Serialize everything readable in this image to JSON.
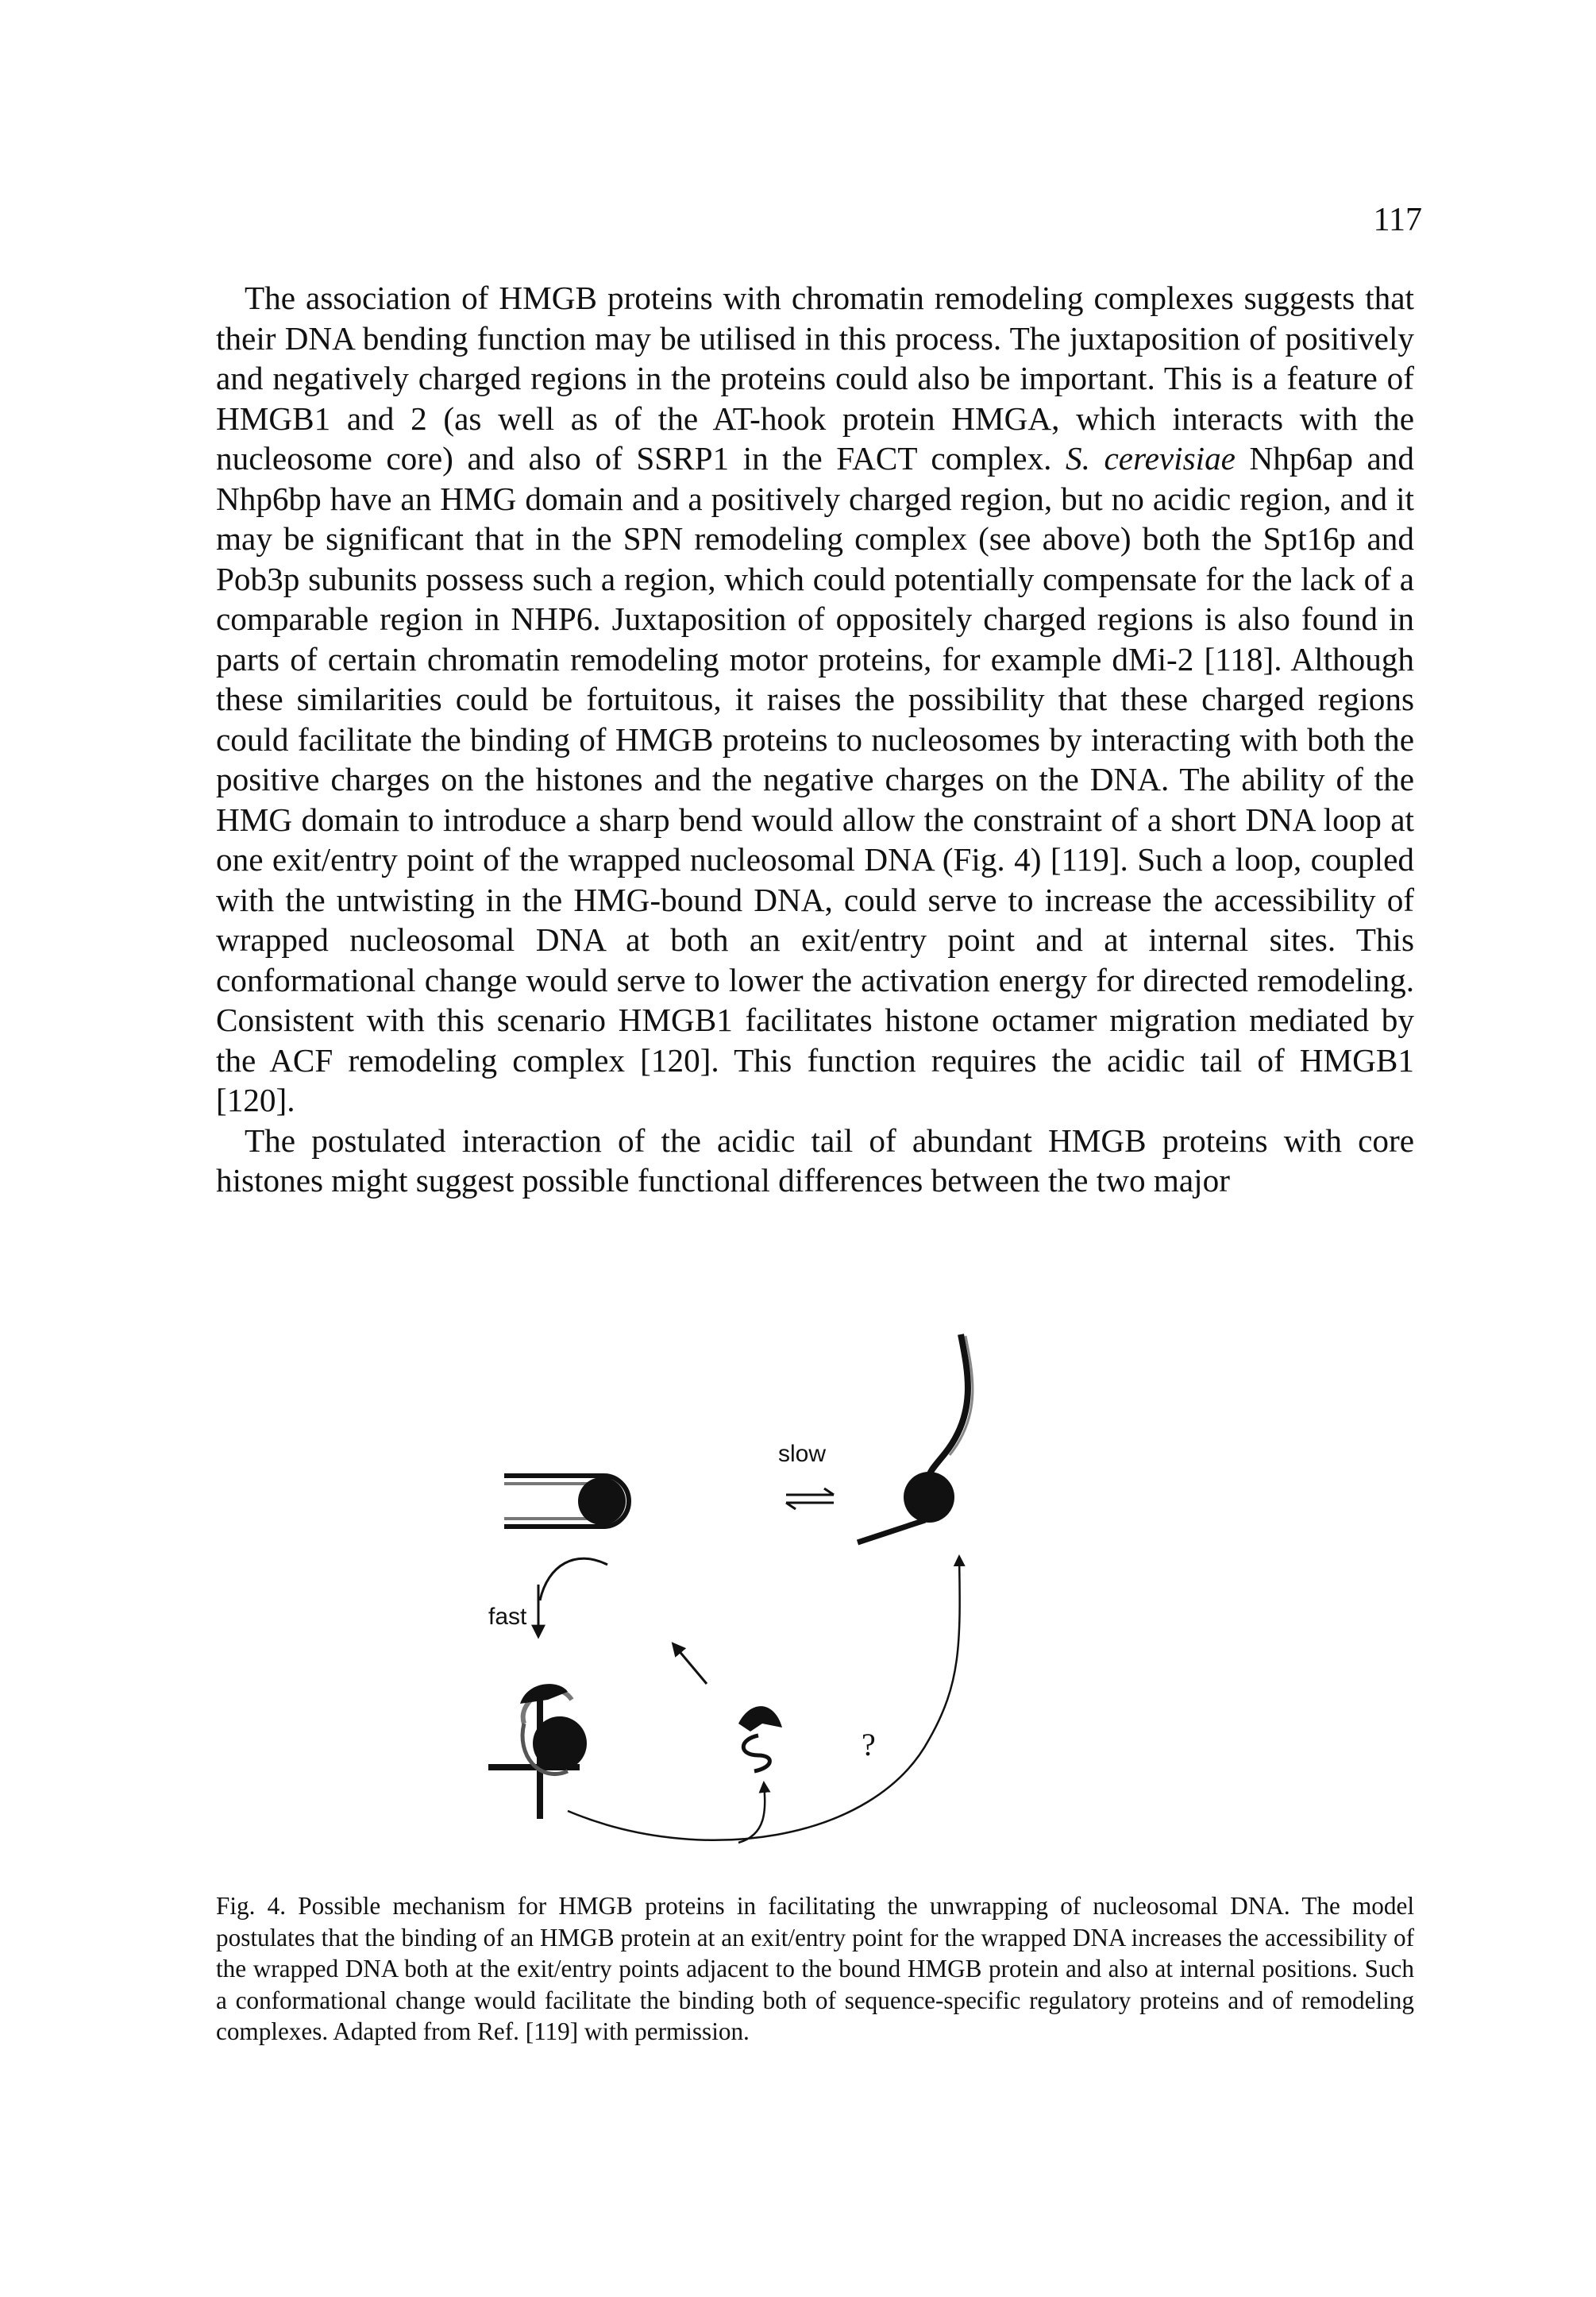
{
  "page": {
    "number": "117"
  },
  "paragraphs": [
    {
      "text_before_italic": "The association of HMGB proteins with chromatin remodeling complexes suggests that their DNA bending function may be utilised in this process. The juxtaposition of positively and negatively charged regions in the proteins could also be important. This is a feature of HMGB1 and 2 (as well as of the AT-hook protein HMGA, which interacts with the nucleosome core) and also of SSRP1 in the FACT complex. ",
      "italic": "S. cerevisiae",
      "text_after_italic": " Nhp6ap and Nhp6bp have an HMG domain and a positively charged region, but no acidic region, and it may be significant that in the SPN remodeling complex (see above) both the Spt16p and Pob3p subunits possess such a region, which could potentially compensate for the lack of a comparable region in NHP6. Juxtaposition of oppositely charged regions is also found in parts of certain chromatin remodeling motor proteins, for example dMi-2 [118]. Although these similarities could be fortuitous, it raises the possibility that these charged regions could facilitate the binding of HMGB proteins to nucleosomes by interacting with both the positive charges on the histones and the negative charges on the DNA. The ability of the HMG domain to introduce a sharp bend would allow the constraint of a short DNA loop at one exit/entry point of the wrapped nucleosomal DNA (Fig. 4) [119]. Such a loop, coupled with the untwisting in the HMG-bound DNA, could serve to increase the accessibility of wrapped nucleosomal DNA at both an exit/entry point and at internal sites. This conformational change would serve to lower the activation energy for directed remodeling. Consistent with this scenario HMGB1 facilitates histone octamer migration mediated by the ACF remodeling complex [120]. This function requires the acidic tail of HMGB1 [120]."
    },
    {
      "text": "The postulated interaction of the acidic tail of abundant HMGB proteins with core histones might suggest possible functional differences between the two major"
    }
  ],
  "figure": {
    "labels": {
      "slow": "slow",
      "fast": "fast",
      "question": "?"
    }
  },
  "caption": {
    "text": "Fig. 4. Possible mechanism for HMGB proteins in facilitating the unwrapping of nucleosomal DNA. The model postulates that the binding of an HMGB protein at an exit/entry point for the wrapped DNA increases the accessibility of the wrapped DNA both at the exit/entry points adjacent to the bound HMGB protein and also at internal positions. Such a conformational change would facilitate the binding both of sequence-specific regulatory proteins and of remodeling complexes. Adapted from Ref. [119] with permission."
  }
}
